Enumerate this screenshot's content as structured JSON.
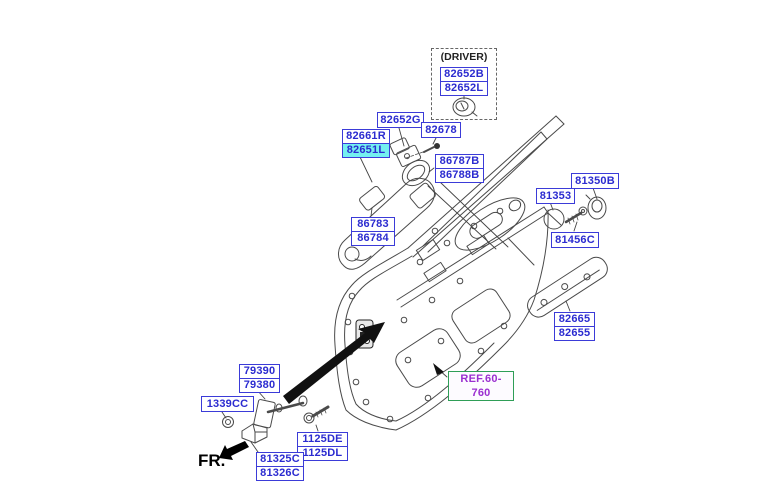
{
  "diagram_title": "front door locking system parts diagram",
  "labels": {
    "driver": "(DRIVER)",
    "82652B": "82652B",
    "82652L": "82652L",
    "82652G": "82652G",
    "82678": "82678",
    "82661R": "82661R",
    "82651L": "82651L",
    "86787B": "86787B",
    "86788B": "86788B",
    "86783": "86783",
    "86784": "86784",
    "81350B": "81350B",
    "81353": "81353",
    "81456C": "81456C",
    "82665": "82665",
    "82655": "82655",
    "ref": "REF.60-760",
    "79390": "79390",
    "79380": "79380",
    "1339CC": "1339CC",
    "1125DE": "1125DE",
    "1125DL": "1125DL",
    "81325C": "81325C",
    "81326C": "81326C",
    "fr": "FR."
  },
  "highlighted_part": "82651L",
  "colors": {
    "label_border": "#3b3bd8",
    "label_text": "#2b2bd0",
    "highlight_cyan": "#74f0f0",
    "ref_border": "#2f9e57",
    "ref_text": "#9b2fd0",
    "drawing_line": "#4a4a4a",
    "ink_black": "#111111"
  },
  "icons": {
    "fr_arrow": "thick-arrow-pointing-lower-left",
    "latch_pointer": "bold-sweep-arrow-pointing-to-latch",
    "ref_pointer": "small-filled-arrowhead",
    "key_cylinder": "door-lock-key-cylinder"
  }
}
